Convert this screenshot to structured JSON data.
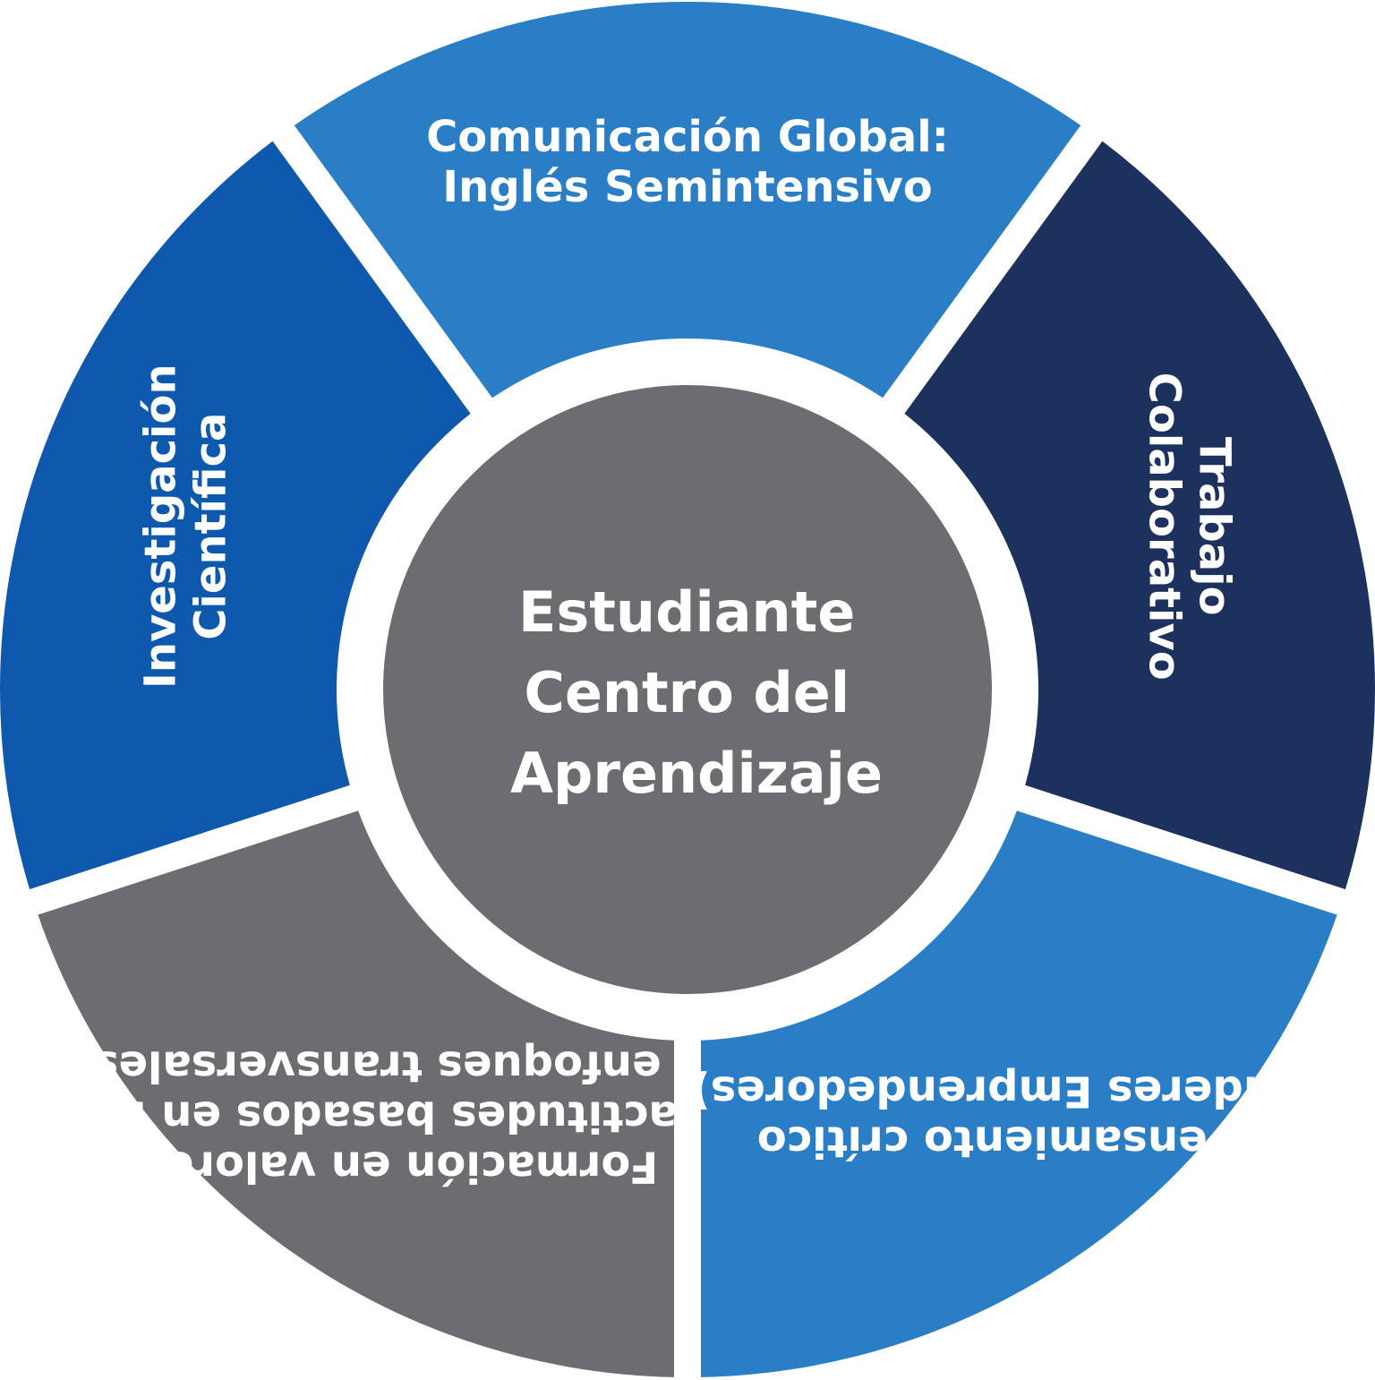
{
  "center": {
    "lines": [
      "Estudiante",
      "Centro del",
      "Aprendizaje"
    ],
    "color": "#6b6d70"
  },
  "segments": [
    {
      "id": "comunicacion-global",
      "lines": [
        "Comunicación Global:",
        "Inglés Semintensivo"
      ],
      "color": "#2a7ec5"
    },
    {
      "id": "trabajo-colaborativo",
      "lines": [
        "Trabajo",
        "Colaborativo"
      ],
      "color": "#1c315e"
    },
    {
      "id": "pensamiento-critico",
      "lines": [
        "Pensamiento crítico",
        "(Líderes Emprendedores)"
      ],
      "color": "#2a7ec5"
    },
    {
      "id": "formacion-valores",
      "lines": [
        "Formación en valores y",
        "actitudes basados en los",
        "enfoques transversales"
      ],
      "color": "#6b6d70"
    },
    {
      "id": "investigacion-cientifica",
      "lines": [
        "Investigación",
        "Científica"
      ],
      "color": "#0e59ad"
    }
  ]
}
